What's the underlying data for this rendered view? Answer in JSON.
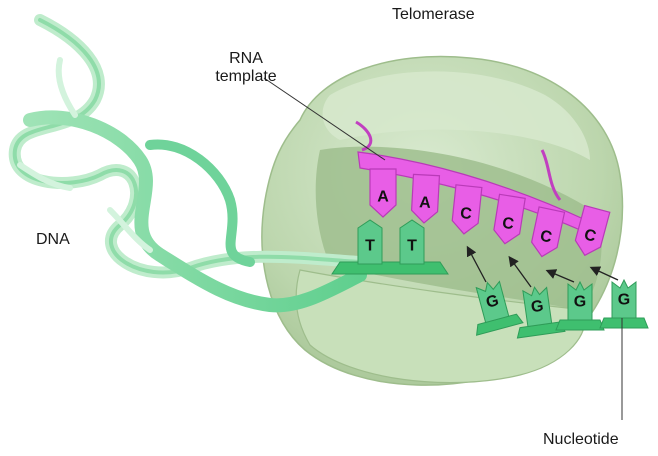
{
  "labels": {
    "telomerase": "Telomerase",
    "rna_template_line1": "RNA",
    "rna_template_line2": "template",
    "dna": "DNA",
    "nucleotide": "Nucleotide"
  },
  "rna_template_bases": [
    "A",
    "A",
    "C",
    "C",
    "C",
    "C"
  ],
  "dna_strand_bases": [
    "T",
    "T"
  ],
  "incoming_nucleotides": [
    "G",
    "G",
    "G",
    "G"
  ],
  "colors": {
    "enzyme": "#c4dcb6",
    "enzyme_shadow": "#a9c79a",
    "rna": "#e85ee6",
    "dna": "#5cc98b",
    "dna_light": "#bfeccc"
  }
}
